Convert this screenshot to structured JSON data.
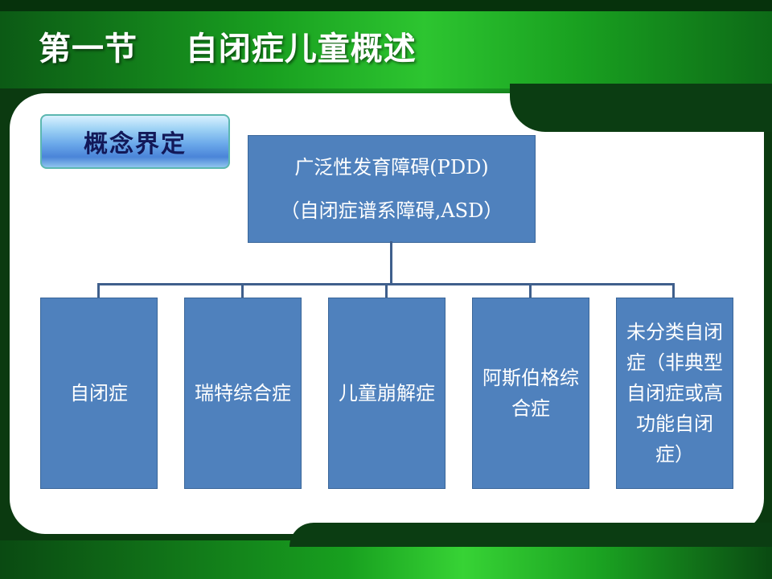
{
  "slide": {
    "title": "第一节    自闭症儿童概述",
    "section_label": "概念界定"
  },
  "tree": {
    "root_line1": "广泛性发育障碍(PDD)",
    "root_line2": "（自闭症谱系障碍,ASD）",
    "children": [
      "自闭症",
      "瑞特综合症",
      "儿童崩解症",
      "阿斯伯格综合症",
      "未分类自闭症（非典型自闭症或高功能自闭症）"
    ]
  },
  "colors": {
    "node_fill": "#4f81bd",
    "connector": "#3f5f8c",
    "background_green": "#1a9a22"
  }
}
